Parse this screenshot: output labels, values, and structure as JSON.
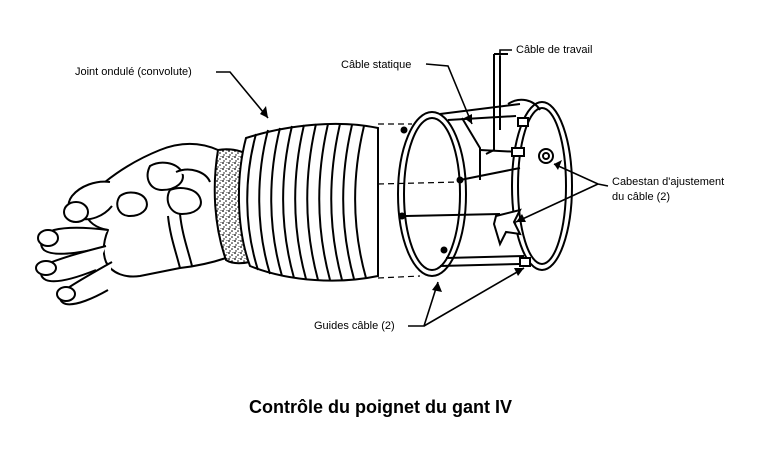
{
  "title": "Contrôle du poignet du gant IV",
  "labels": {
    "convolute": "Joint ondulé (convolute)",
    "static_cable": "Câble statique",
    "working_cable": "Câble de travail",
    "capstan_line1": "Cabestan d'ajustement",
    "capstan_line2": "du câble (2)",
    "cable_guides": "Guides câble (2)"
  },
  "colors": {
    "ink": "#000000",
    "background": "#ffffff"
  }
}
